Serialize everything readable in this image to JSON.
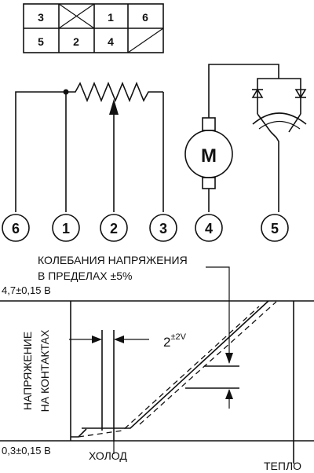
{
  "pin_table": {
    "row1": [
      "3",
      "",
      "1",
      "6"
    ],
    "row2": [
      "5",
      "2",
      "4",
      ""
    ]
  },
  "pins": [
    "6",
    "1",
    "2",
    "3",
    "4",
    "5"
  ],
  "motor_label": "M",
  "graph": {
    "note_line1": "КОЛЕБАНИЯ НАПРЯЖЕНИЯ",
    "note_line2": "В ПРЕДЕЛАХ ±5%",
    "upper_voltage": "4,7±0,15 В",
    "lower_voltage": "0,3±0,15 В",
    "y_label_line1": "НАПРЯЖЕНИЕ",
    "y_label_line2": "НА КОНТАКТАХ",
    "tolerance_base": "2",
    "tolerance_sup": "±2V",
    "x_cold": "ХОЛОД",
    "x_warm": "ТЕПЛО"
  }
}
